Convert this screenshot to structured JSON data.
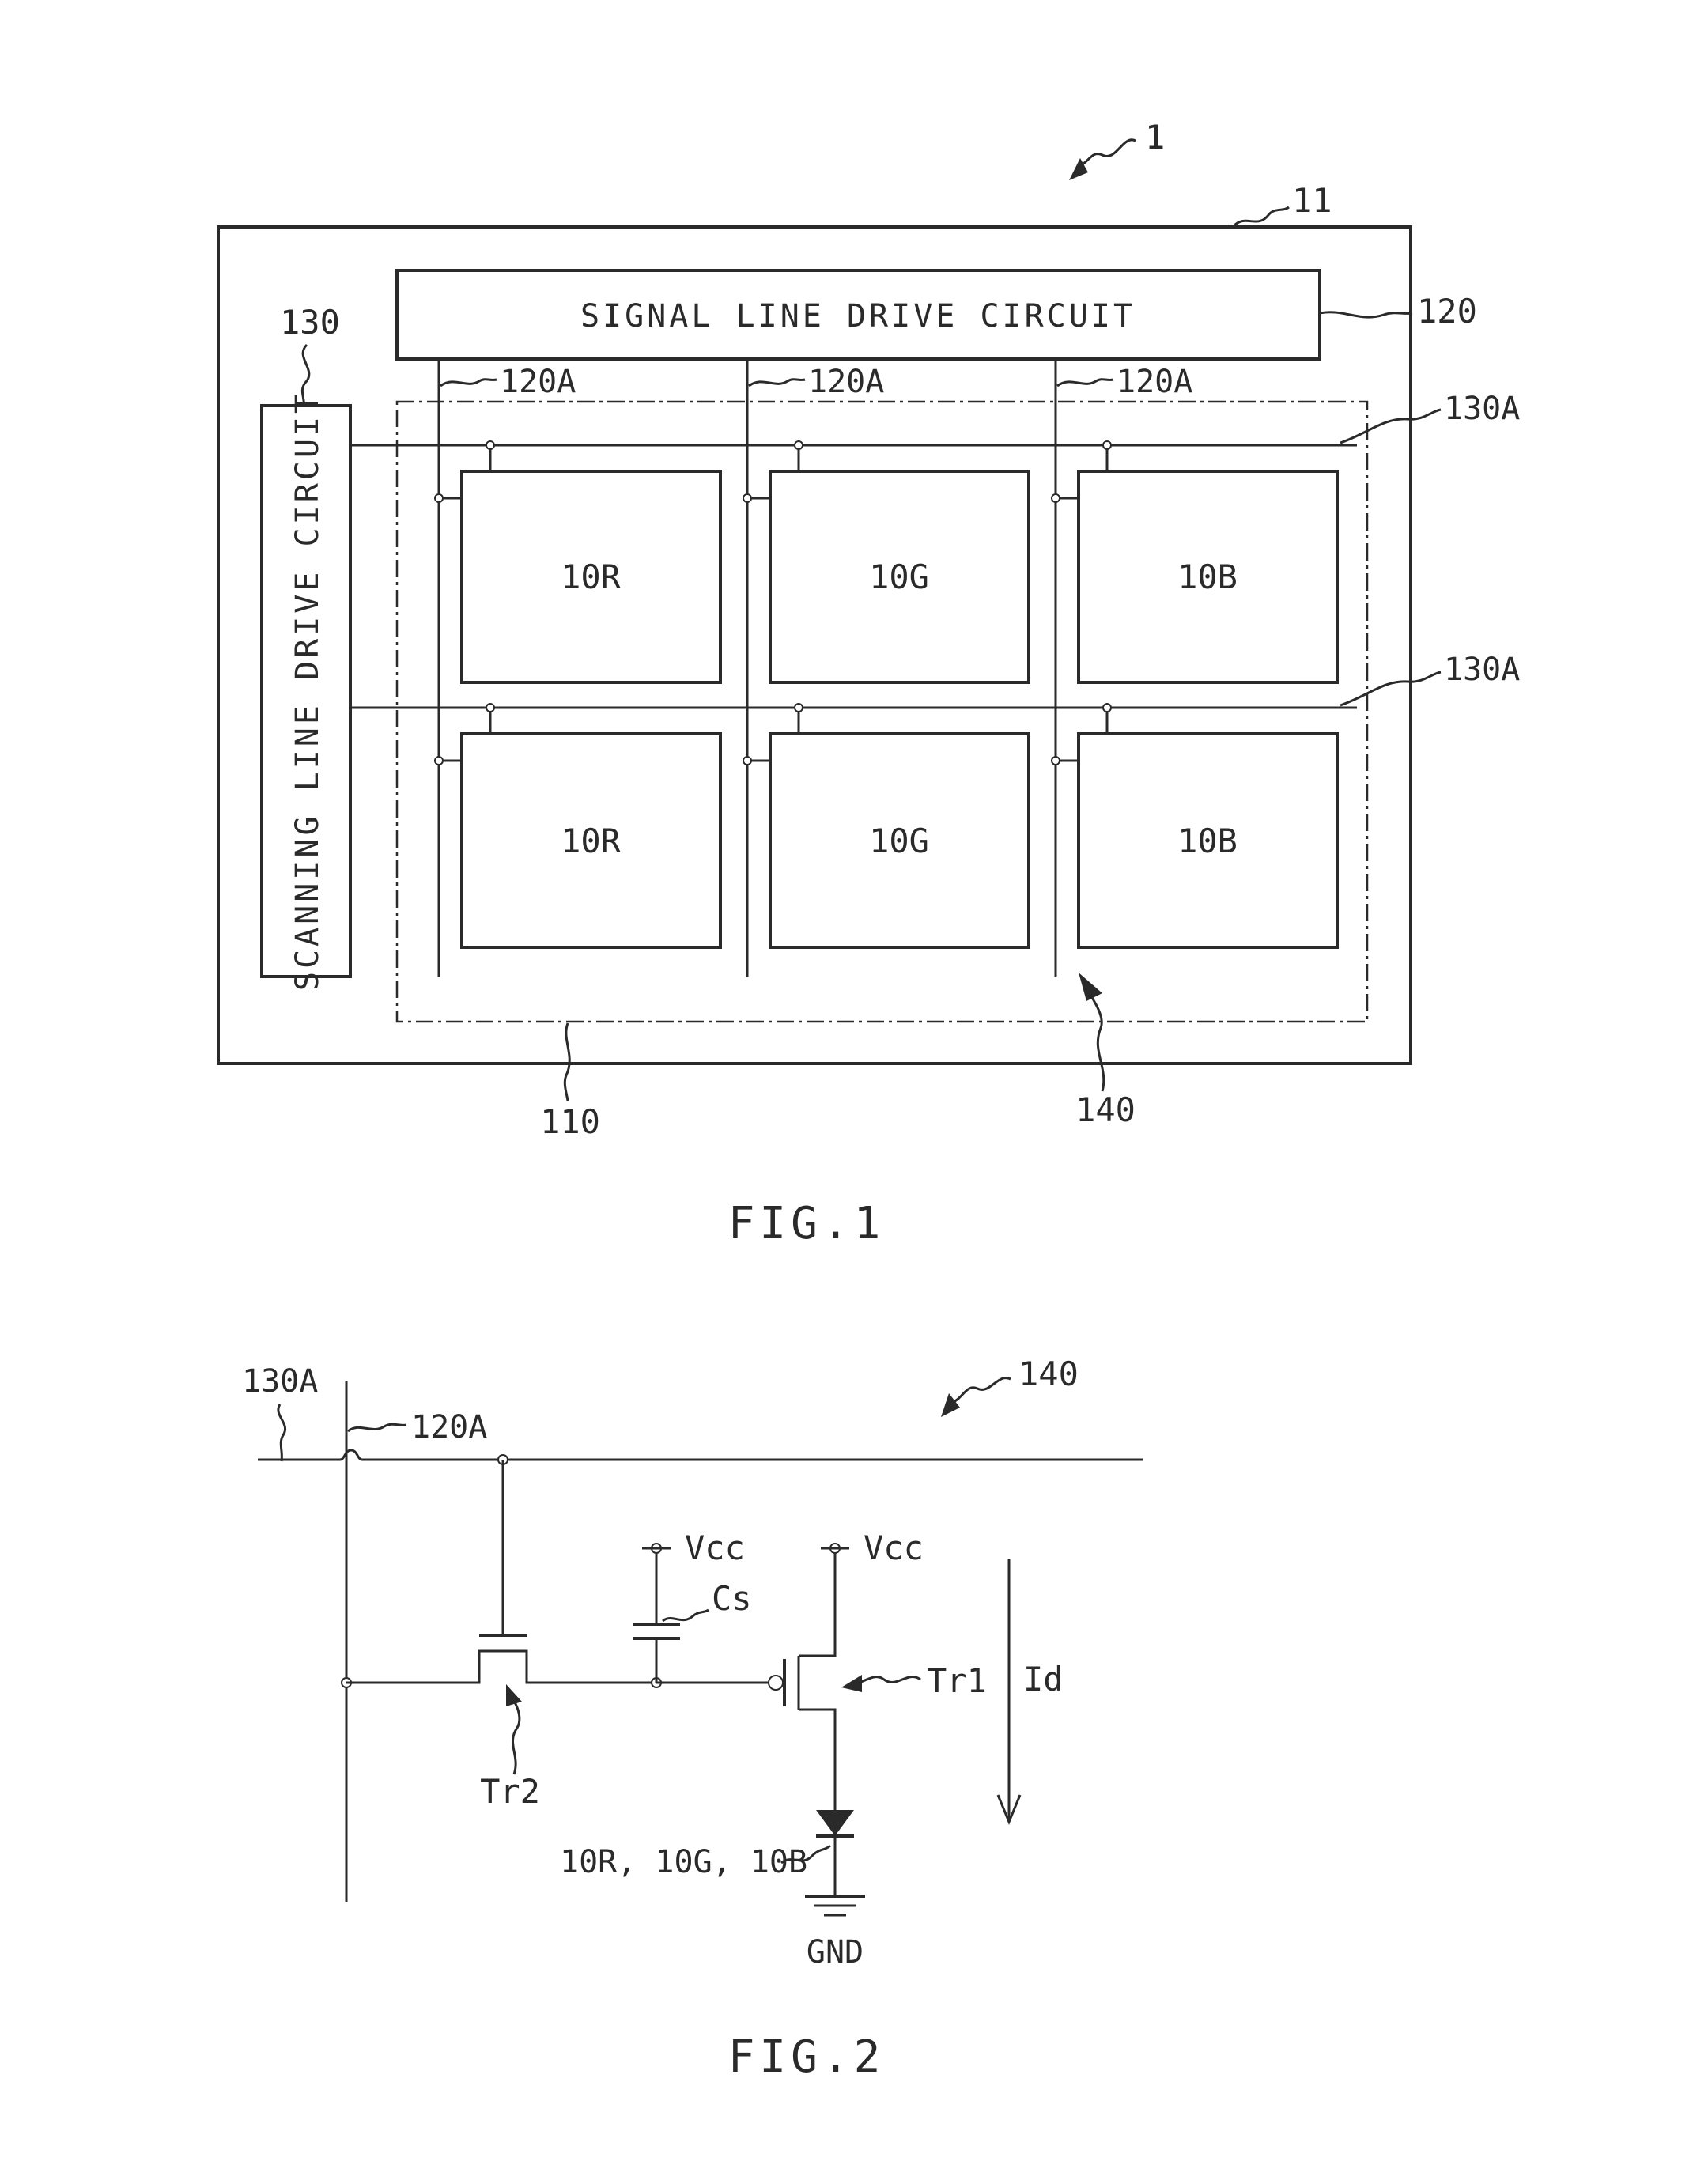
{
  "fig1": {
    "ref_device": "1",
    "ref_substrate": "11",
    "signal_block_label": "SIGNAL LINE DRIVE CIRCUIT",
    "ref_signal_block": "120",
    "scan_block_label": "SCANNING LINE DRIVE CIRCUIT",
    "ref_scan_block": "130",
    "ref_signal_lines": [
      "120A",
      "120A",
      "120A"
    ],
    "ref_scan_lines": [
      "130A",
      "130A"
    ],
    "pixel_rows": [
      [
        "10R",
        "10G",
        "10B"
      ],
      [
        "10R",
        "10G",
        "10B"
      ]
    ],
    "ref_display_area": "110",
    "ref_pixel_circuit": "140",
    "caption": "FIG.1"
  },
  "fig2": {
    "ref_scan_line": "130A",
    "ref_signal_line": "120A",
    "ref_pixel_circuit": "140",
    "supply_1": "Vcc",
    "supply_2": "Vcc",
    "capacitor": "Cs",
    "drive_transistor": "Tr1",
    "write_transistor": "Tr2",
    "current": "Id",
    "led": "10R, 10G, 10B",
    "ground": "GND",
    "caption": "FIG.2"
  }
}
